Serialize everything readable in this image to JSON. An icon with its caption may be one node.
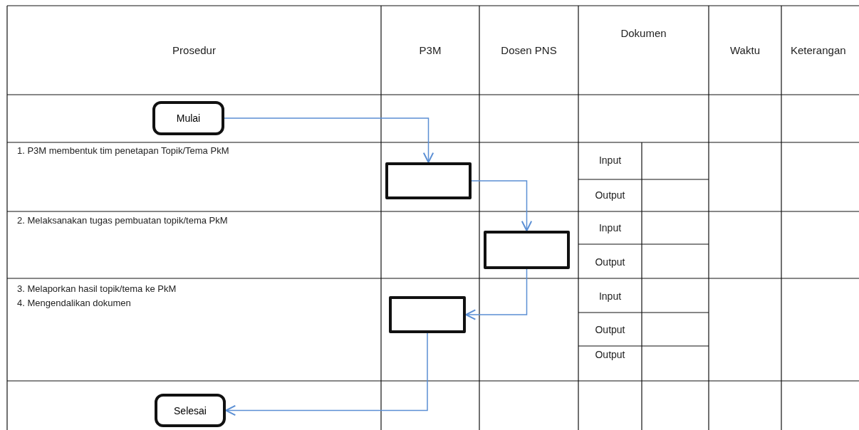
{
  "diagram": {
    "nodes": [
      {
        "text": [
          "Mulai"
        ]
      },
      {
        "text": [],
        "shape": "box"
      },
      {
        "text": [],
        "shape": "box"
      },
      {
        "text": [],
        "shape": "box"
      },
      {
        "text": [
          "Selesai"
        ]
      }
    ],
    "edges": [
      {
        "from": 0,
        "to": 1,
        "arrow": "to"
      },
      {
        "from": 1,
        "to": 2,
        "arrow": "to"
      },
      {
        "from": 2,
        "to": 3,
        "arrow": "to"
      },
      {
        "from": 3,
        "to": 4,
        "arrow": "to"
      }
    ],
    "labels": [
      "Prosedur",
      "P3M",
      "Dosen PNS",
      "Dokumen",
      "Waktu",
      "Keterangan",
      "1. P3M membentuk tim penetapan Topik/Tema PkM",
      "Input",
      "Output",
      "2. Melaksanakan tugas pembuatan topik/tema PkM",
      "Input",
      "Output",
      "3. Melaporkan hasil topik/tema ke PkM",
      "4. Mengendalikan dokumen",
      "Input",
      "Output",
      "Output"
    ]
  }
}
